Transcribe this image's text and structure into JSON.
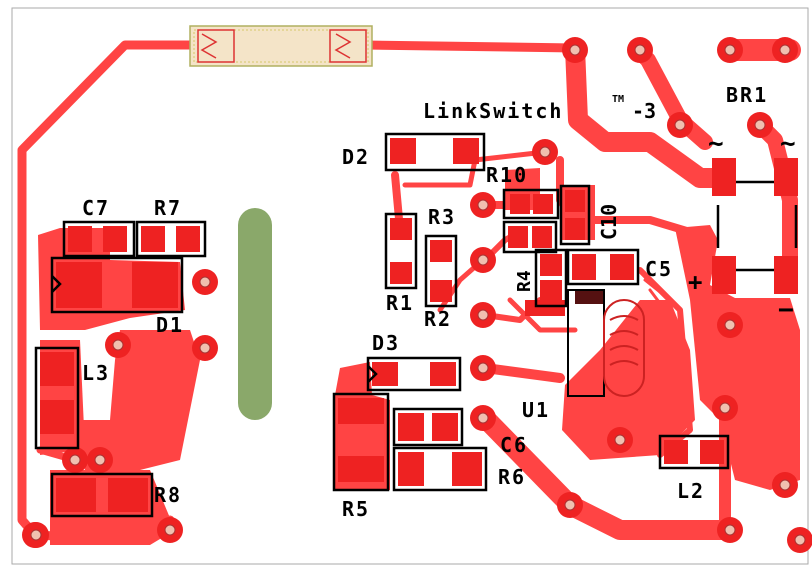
{
  "board": {
    "title_text": "LinkSwitch",
    "trademark": "TM",
    "title_suffix": "-3",
    "designators": {
      "br1": "BR1",
      "d2": "D2",
      "r10": "R10",
      "r3": "R3",
      "c10": "C10",
      "r4": "R4",
      "c5": "C5",
      "r1": "R1",
      "r2": "R2",
      "c7": "C7",
      "r7": "R7",
      "d1": "D1",
      "l3": "L3",
      "d3": "D3",
      "u1": "U1",
      "c6": "C6",
      "r6": "R6",
      "r5": "R5",
      "r8": "R8",
      "l2": "L2"
    },
    "polarity": {
      "ac1": "~",
      "ac2": "~",
      "plus": "+",
      "minus": "−"
    }
  },
  "colors": {
    "copper": "#ff4444",
    "pad": "#ee2222",
    "silkscreen": "#000000",
    "board_outline": "#aaaaaa",
    "slot": "#8aa86a",
    "fuse_fill": "#f4e4c8"
  }
}
